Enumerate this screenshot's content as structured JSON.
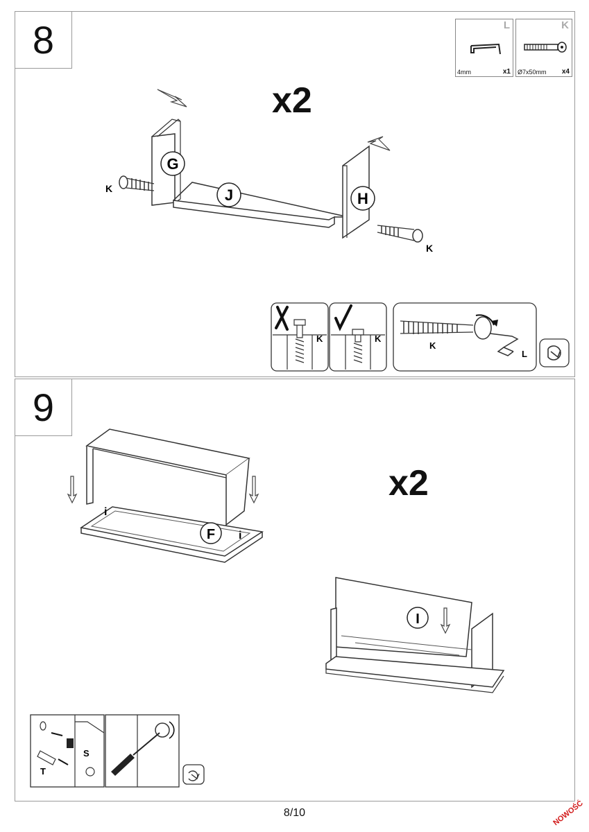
{
  "page": {
    "number": "8/10",
    "stamp": "NOWOŚĆ"
  },
  "step8": {
    "number": "8",
    "multiplier": "x2",
    "parts": [
      {
        "code": "L",
        "spec": "4mm",
        "qty": "x1",
        "icon": "allen-key-icon"
      },
      {
        "code": "K",
        "spec": "Ø7x50mm",
        "qty": "x4",
        "icon": "confirmat-screw-icon"
      }
    ],
    "labels": {
      "g": "G",
      "h": "H",
      "j": "J",
      "k_left": "K",
      "k_right": "K"
    },
    "detail": {
      "k_wrong": "K",
      "k_right": "K",
      "k_tool": "K",
      "l_tool": "L"
    }
  },
  "step9": {
    "number": "9",
    "multiplier": "x2",
    "labels": {
      "f": "F",
      "i_left": "i",
      "i_right": "i",
      "i_panel": "I"
    },
    "detail": {
      "s": "S",
      "t": "T"
    }
  }
}
